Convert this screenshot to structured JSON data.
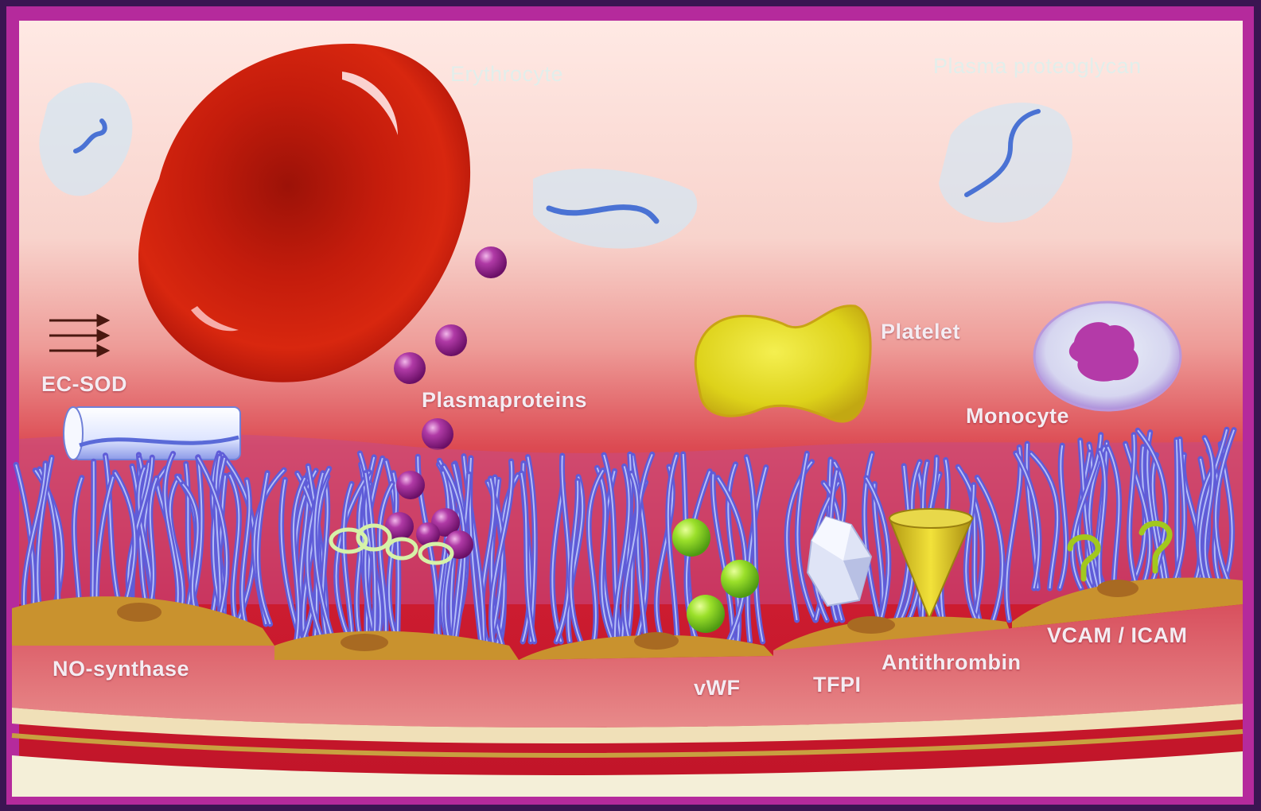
{
  "labels": {
    "erythrocyte": "Erythrocyte",
    "plasma_proteoglycan": "Plasma proteoglycan",
    "platelet": "Platelet",
    "monocyte": "Monocyte",
    "ec_sod": "EC-SOD",
    "plasmaproteins": "Plasmaproteins",
    "no_synthase": "NO-synthase",
    "vwf": "vWF",
    "tfpi": "TFPI",
    "antithrombin": "Antithrombin",
    "vcam_icam": "VCAM / ICAM"
  },
  "colors": {
    "frame": "#b52a9c",
    "lumen_top": "#ffe6e0",
    "lumen_mid": "#e36b70",
    "lumen_bottom": "#c8172c",
    "erythrocyte": "#c51a0e",
    "platelet": "#e2d21a",
    "plasmaprotein": "#a3289a",
    "glycocalyx": "#5f5cd8",
    "endothelium": "#c9922e",
    "vwf": "#9be02a"
  },
  "icons": {
    "flow": "flow-arrows-icon"
  }
}
